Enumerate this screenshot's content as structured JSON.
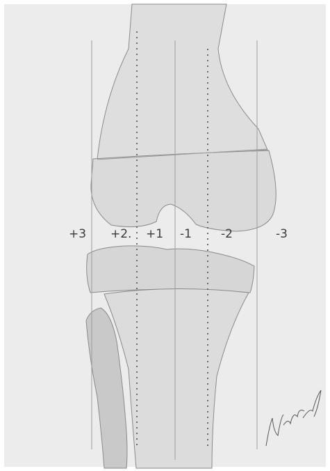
{
  "zones": {
    "labels": [
      "+3",
      "+2.",
      "+1",
      "-1",
      "-2",
      "-3"
    ]
  },
  "colors": {
    "paper": "#ececec",
    "bone": "#dedede",
    "bone_shade": "#c9c9c9",
    "outline": "#8a8a8a",
    "zone_line": "#9c9c9c",
    "dotted_axis": "#6a6a6a",
    "label": "#3a3a3a"
  },
  "signature": {
    "type": "handwritten-artist-signature",
    "text": "Nicholas Mandy"
  }
}
